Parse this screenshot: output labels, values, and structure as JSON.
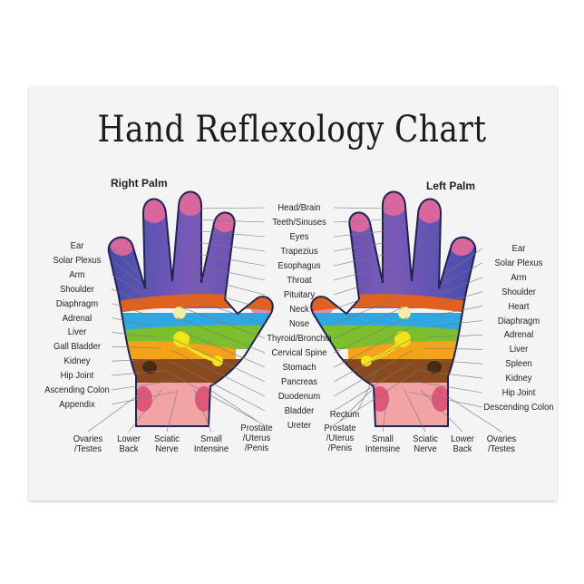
{
  "title": "Hand Reflexology Chart",
  "right_palm": {
    "heading": "Right Palm",
    "side_labels": [
      "Ear",
      "Solar Plexus",
      "Arm",
      "Shoulder",
      "Diaphragm",
      "Adrenal",
      "Liver",
      "Gall Bladder",
      "Kidney",
      "Hip Joint",
      "Ascending Colon",
      "Appendix"
    ],
    "bottom_labels": [
      [
        "Ovaries",
        "/Testes"
      ],
      [
        "Lower",
        "Back"
      ],
      [
        "Sciatic",
        "Nerve"
      ],
      [
        "Small",
        "Intensine"
      ],
      [
        "Prostate",
        "/Uterus",
        "/Penis"
      ]
    ]
  },
  "center_labels": [
    "Head/Brain",
    "Teeth/Sinuses",
    "Eyes",
    "Trapezius",
    "Esophagus",
    "Throat",
    "Pituitary",
    "Neck",
    "Nose",
    "Thyroid/Bronchia",
    "Cervical Spine",
    "Stomach",
    "Pancreas",
    "Duodenum",
    "Bladder",
    "Ureter"
  ],
  "left_palm": {
    "heading": "Left Palm",
    "side_labels": [
      "Ear",
      "Solar Plexus",
      "Arm",
      "Shoulder",
      "Heart",
      "Diaphragm",
      "Adrenal",
      "Liver",
      "Spleen",
      "Kidney",
      "Hip Joint",
      "Descending Colon"
    ],
    "rectum": "Rectum",
    "bottom_labels": [
      [
        "Prostate",
        "/Uterus",
        "/Penis"
      ],
      [
        "Small",
        "Intensine"
      ],
      [
        "Sciatic",
        "Nerve"
      ],
      [
        "Lower",
        "Back"
      ],
      [
        "Ovaries",
        "/Testes"
      ]
    ]
  },
  "colors": {
    "fingertip": "#d8679e",
    "finger": "#6a4fb0",
    "orange": "#e0621e",
    "cyan": "#2fa8e0",
    "green": "#7cbf2e",
    "yellow": "#f3c81a",
    "brown": "#8a4a1f",
    "wrist": "#f1a3a6"
  }
}
